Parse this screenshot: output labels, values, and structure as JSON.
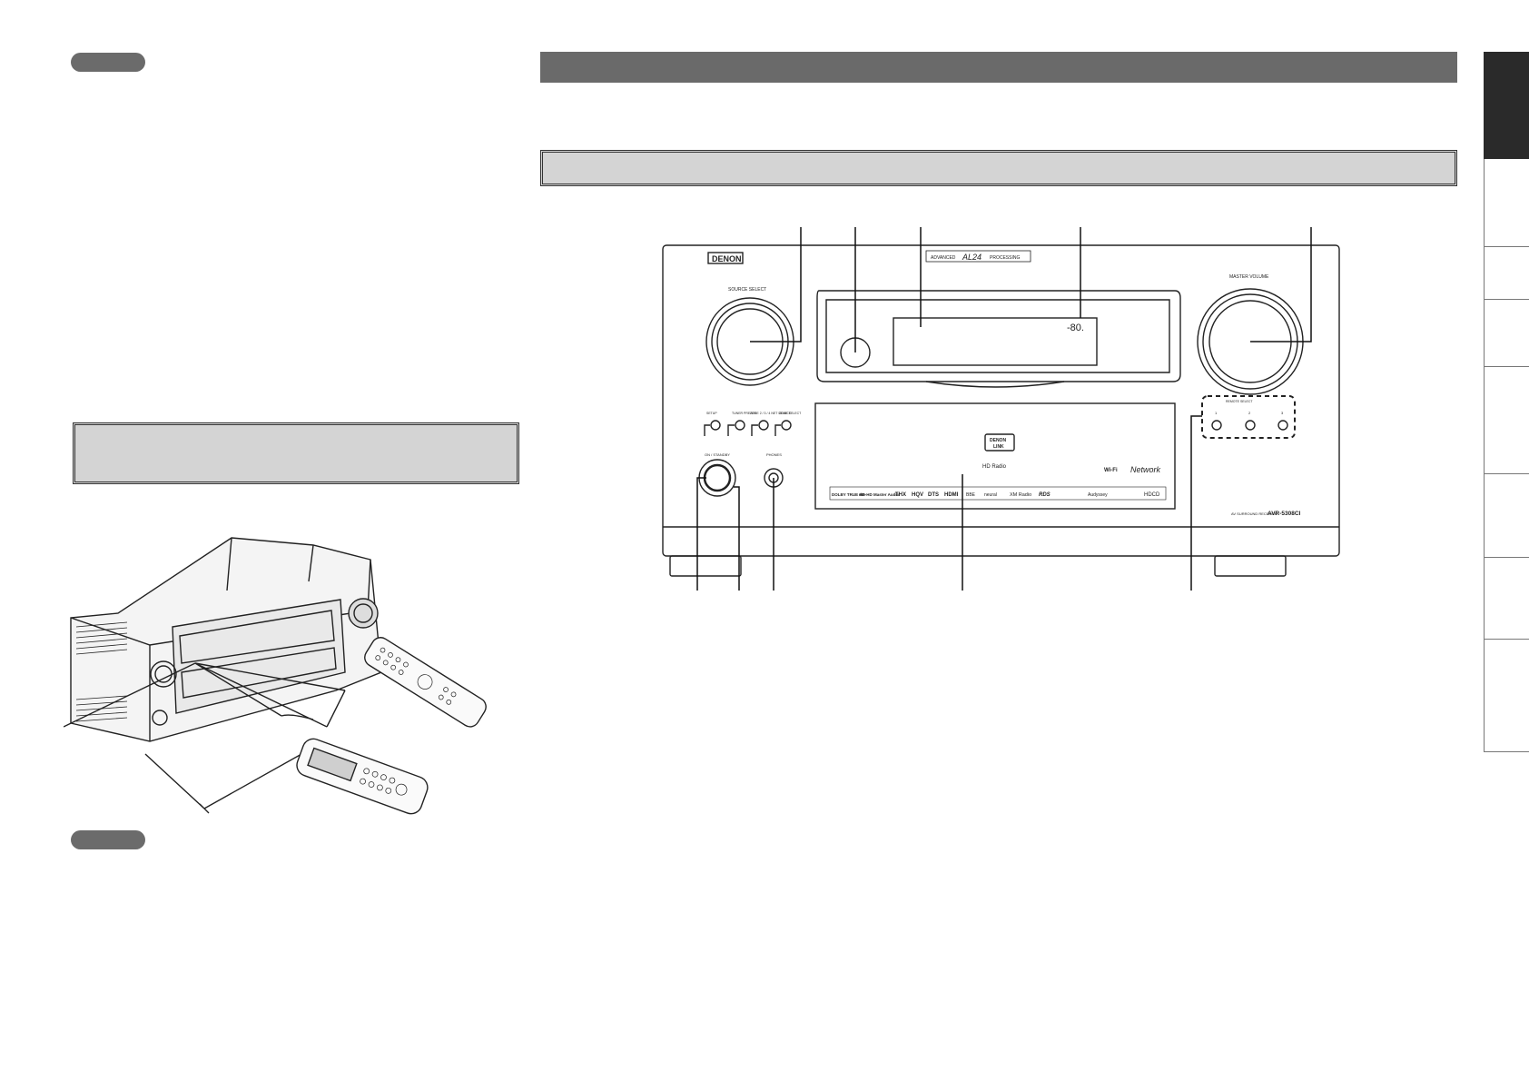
{
  "front_panel": {
    "brand": "DENON",
    "badge_line1": "ADVANCED",
    "badge_line2": "AL24",
    "badge_line3": "PROCESSING",
    "source_select_label": "SOURCE SELECT",
    "master_volume_label": "MASTER VOLUME",
    "display_value": "-80.",
    "buttons": [
      {
        "label": "SETUP"
      },
      {
        "label": "TUNER PRESET"
      },
      {
        "label": "ZONE 2 / 3 / 4 NET SELECT"
      },
      {
        "label": "ZONE SELECT"
      }
    ],
    "power_label": "ON / STANDBY",
    "phones_label": "PHONES",
    "denon_link_line1": "DENON",
    "denon_link_line2": "LINK",
    "hd_radio": "HD Radio",
    "network": "Network",
    "wifi": "Wi-Fi",
    "logos": [
      "DOLBY TRUE HD",
      "dts-HD Master Audio",
      "THX",
      "HQV",
      "DTS",
      "HDMI",
      "BBE",
      "neural",
      "XM Radio",
      "RDS",
      "Audyssey",
      "HDCD"
    ],
    "remote_select_label": "REMOTE SELECT",
    "remote_select_numbers": [
      "1",
      "2",
      "3"
    ],
    "model_caption": "AV SURROUND RECEIVER",
    "model_number": "AVR-5308CI"
  },
  "colors": {
    "dark_bar": "#6a6a6a",
    "heading_fill": "#d4d4d4",
    "active_tab": "#2a2a2a"
  }
}
